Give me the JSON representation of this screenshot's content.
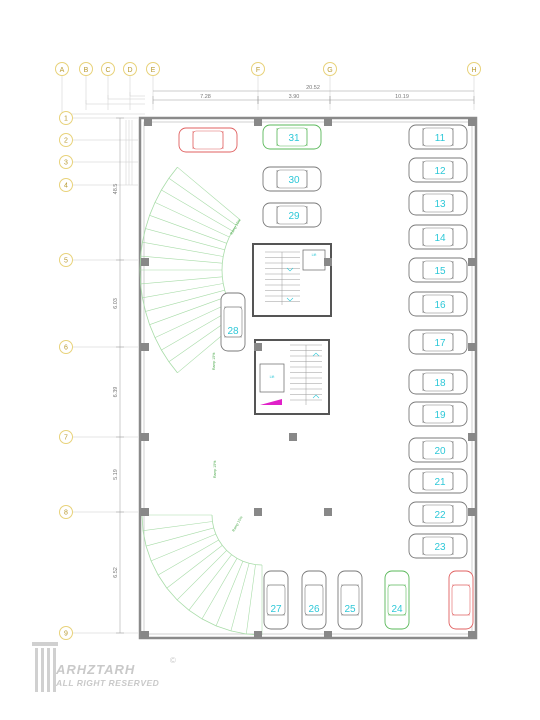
{
  "grid": {
    "columns": [
      "A",
      "B",
      "C",
      "D",
      "E",
      "F",
      "G",
      "H"
    ],
    "rows": [
      "1",
      "2",
      "3",
      "4",
      "5",
      "6",
      "7",
      "8",
      "9"
    ]
  },
  "dimensions": {
    "overall": "20.52",
    "top": [
      "7.28",
      "3.90",
      "10.19"
    ],
    "left": [
      "48.5",
      "6.03",
      "6.39",
      "5.19",
      "6.52"
    ]
  },
  "ramp_labels": [
    "Ramp 15%",
    "Ramp 15%",
    "Ramp 15%",
    "Ramp 15%"
  ],
  "core_labels": [
    "Lift",
    "Lift"
  ],
  "parking_spots": {
    "right_column": [
      "11",
      "12",
      "13",
      "14",
      "15",
      "16",
      "17",
      "18",
      "19",
      "20",
      "21",
      "22",
      "23"
    ],
    "center_column": [
      "31",
      "30",
      "29"
    ],
    "center_single": "28",
    "bottom_row": [
      "27",
      "26",
      "25",
      "24"
    ]
  },
  "colors": {
    "grid_bubble": "#e8d27a",
    "wall": "#8a8a8a",
    "car": "#7a7a7a",
    "car_green": "#5ab85a",
    "car_red": "#e06060",
    "number": "#2ec8d8",
    "ramp": "#a8dca8",
    "column": "#888888",
    "accent": "#e020c8"
  },
  "logo": {
    "brand": "ARHZTARH",
    "subtitle": "ALL RIGHT RESERVED",
    "mark": "©"
  }
}
